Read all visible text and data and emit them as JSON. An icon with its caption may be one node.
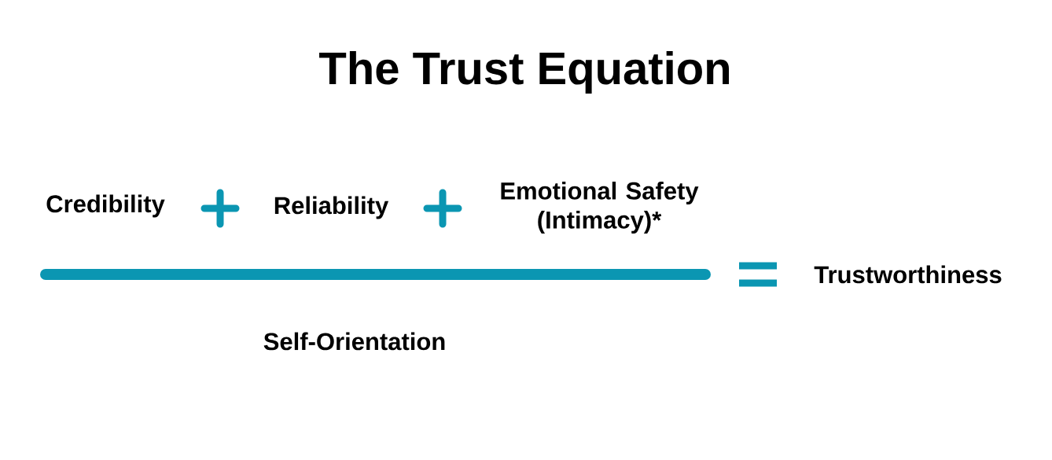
{
  "diagram": {
    "title": "The Trust Equation",
    "labels": [
      "Credibility",
      "Reliability",
      "Emotional Safety (Intimacy)*",
      "Trustworthiness",
      "Self-Orientation"
    ]
  }
}
